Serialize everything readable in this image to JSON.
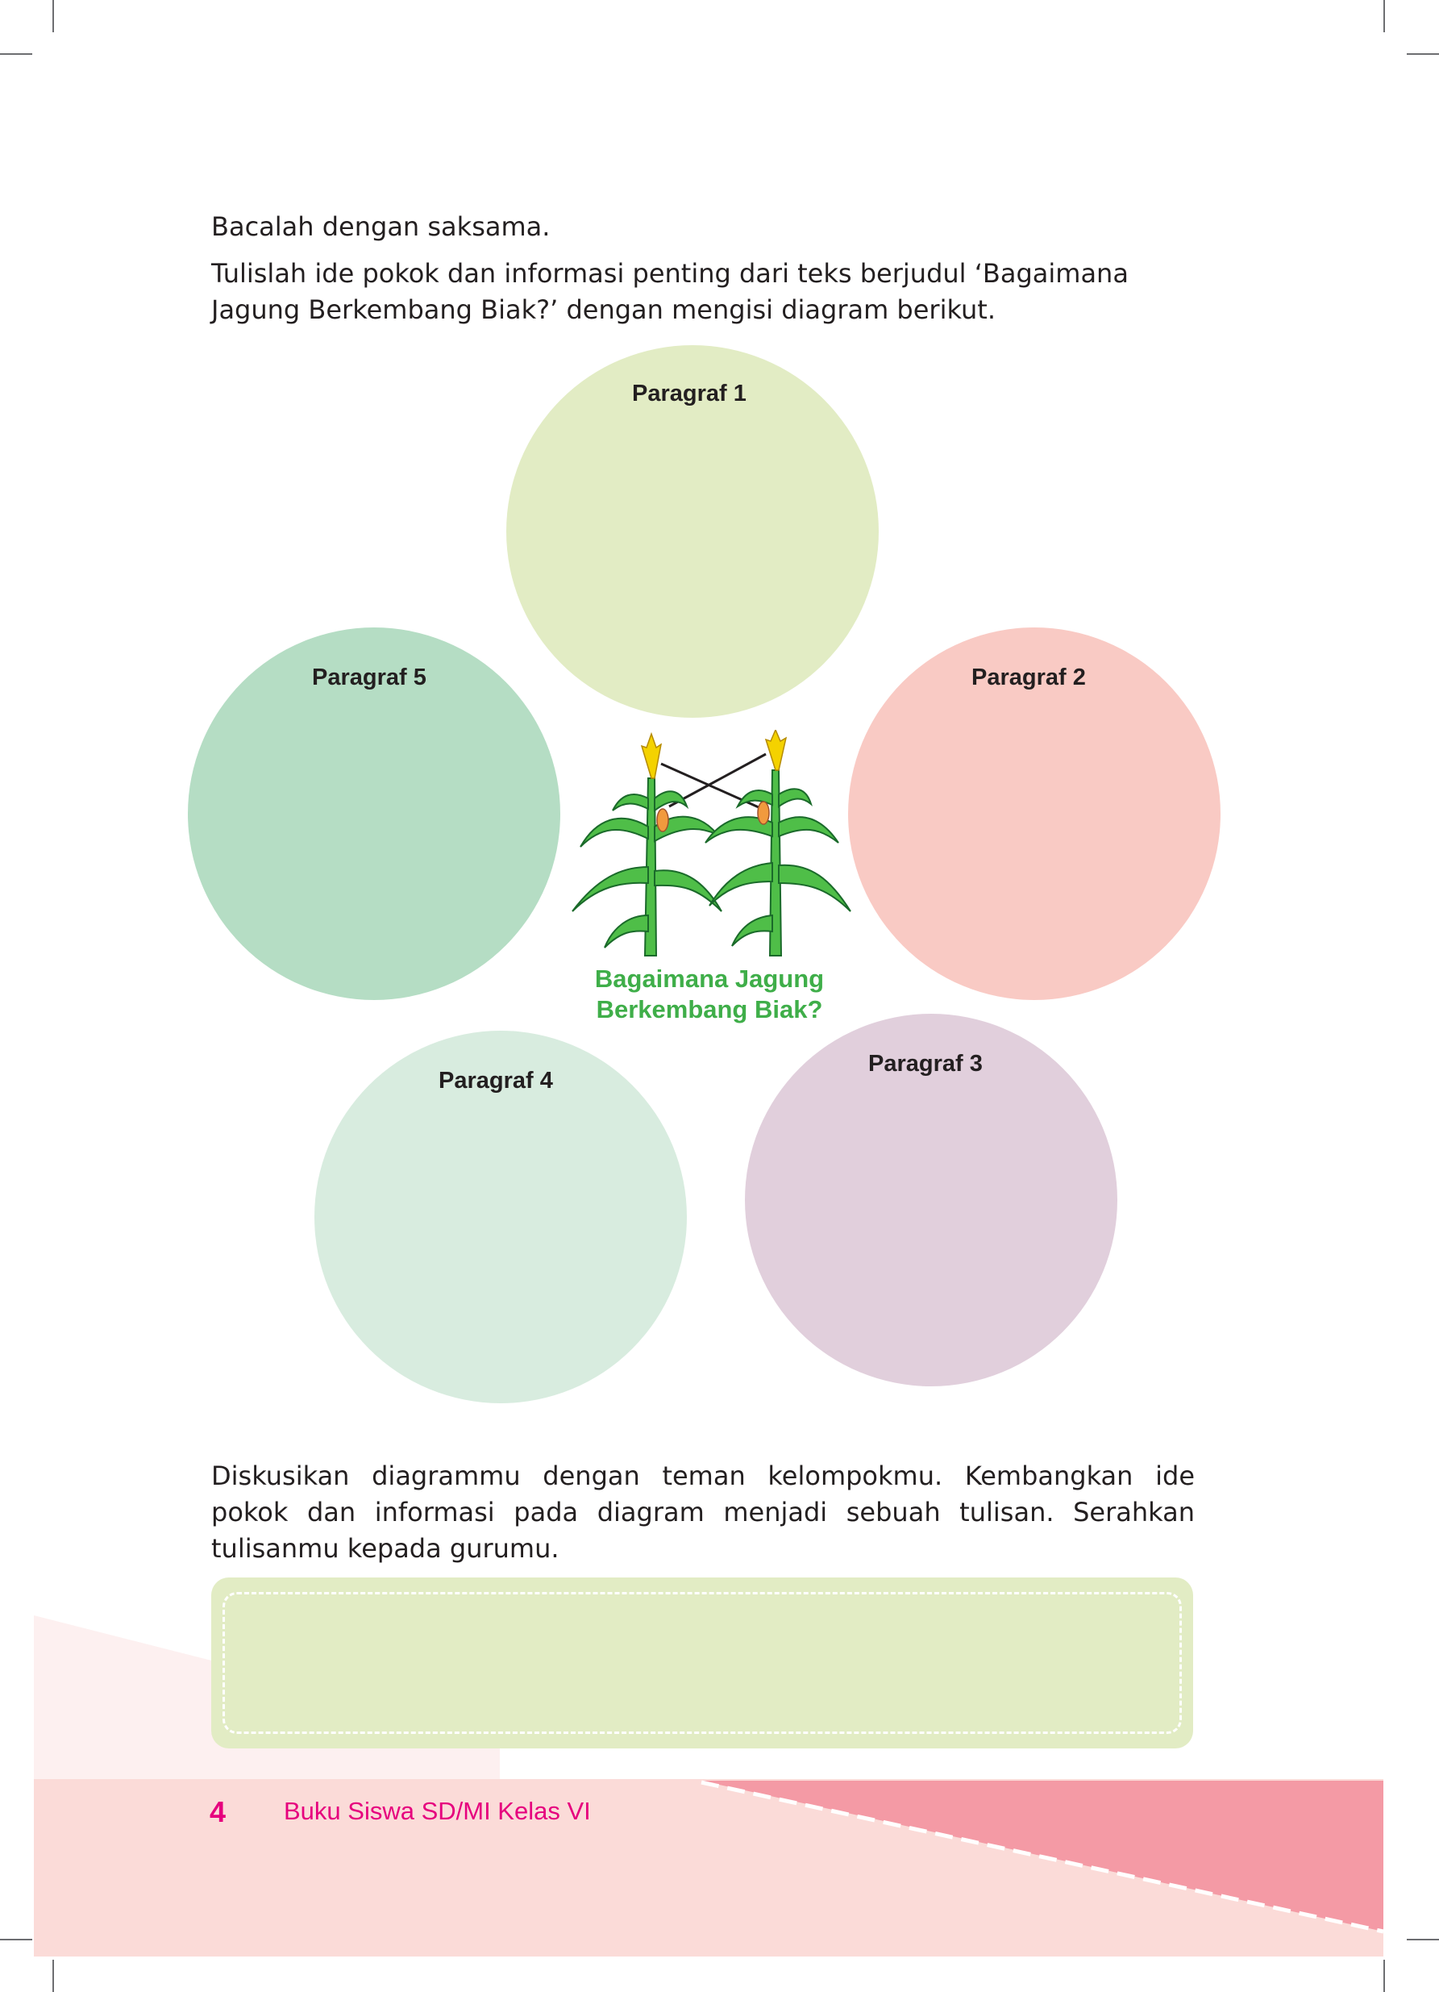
{
  "instructions": {
    "line1": "Bacalah dengan saksama.",
    "line2": "Tulislah ide pokok dan informasi penting dari teks berjudul ‘Bagaimana Jagung Berkembang Biak?’ dengan mengisi diagram berikut."
  },
  "diagram": {
    "center_title_line1": "Bagaimana Jagung",
    "center_title_line2": "Berkembang Biak?",
    "circles": [
      {
        "label": "Paragraf 1",
        "color": "#e2ecc4"
      },
      {
        "label": "Paragraf 2",
        "color": "#f9cac4"
      },
      {
        "label": "Paragraf 3",
        "color": "#e1cfdc"
      },
      {
        "label": "Paragraf 4",
        "color": "#d8ecdf"
      },
      {
        "label": "Paragraf 5",
        "color": "#b5ddc4"
      }
    ]
  },
  "discussion": "Diskusikan diagrammu dengan teman kelompokmu. Kembangkan ide pokok dan informasi pada diagram menjadi sebuah tulisan. Serahkan tulisanmu kepada gurumu.",
  "footer": {
    "page_number": "4",
    "book_title": "Buku Siswa SD/MI Kelas VI"
  },
  "colors": {
    "accent_magenta": "#e6007e",
    "title_green": "#3fae49",
    "footer_pink": "#fbdbd8",
    "footer_stripe": "#f49aa5"
  }
}
